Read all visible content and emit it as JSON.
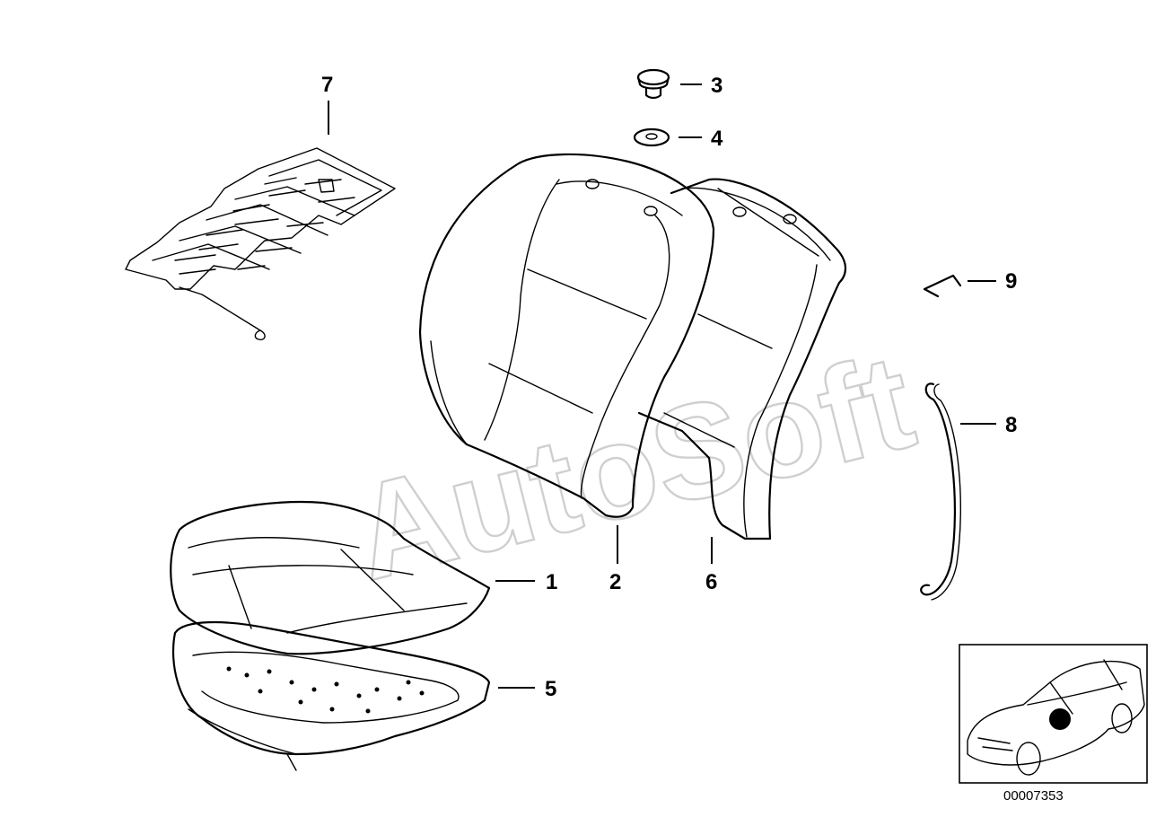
{
  "diagram": {
    "watermark": "AutoSoft",
    "reference_number": "00007353",
    "callouts": [
      {
        "id": "callout-1",
        "label": "1"
      },
      {
        "id": "callout-2",
        "label": "2"
      },
      {
        "id": "callout-3",
        "label": "3"
      },
      {
        "id": "callout-4",
        "label": "4"
      },
      {
        "id": "callout-5",
        "label": "5"
      },
      {
        "id": "callout-6",
        "label": "6"
      },
      {
        "id": "callout-7",
        "label": "7"
      },
      {
        "id": "callout-8",
        "label": "8"
      },
      {
        "id": "callout-9",
        "label": "9"
      }
    ],
    "parts": [
      {
        "callout": "1",
        "shape": "seat-cushion-cover"
      },
      {
        "callout": "2",
        "shape": "backrest-cover-front"
      },
      {
        "callout": "3",
        "shape": "clip-fastener"
      },
      {
        "callout": "4",
        "shape": "washer"
      },
      {
        "callout": "5",
        "shape": "seat-cushion-foam"
      },
      {
        "callout": "6",
        "shape": "backrest-pad-rear"
      },
      {
        "callout": "7",
        "shape": "seat-heating-mat"
      },
      {
        "callout": "8",
        "shape": "wire-clip-long"
      },
      {
        "callout": "9",
        "shape": "wire-clip-short"
      }
    ],
    "locator": {
      "icon": "car-locator-icon",
      "marker_color": "#000000"
    }
  }
}
